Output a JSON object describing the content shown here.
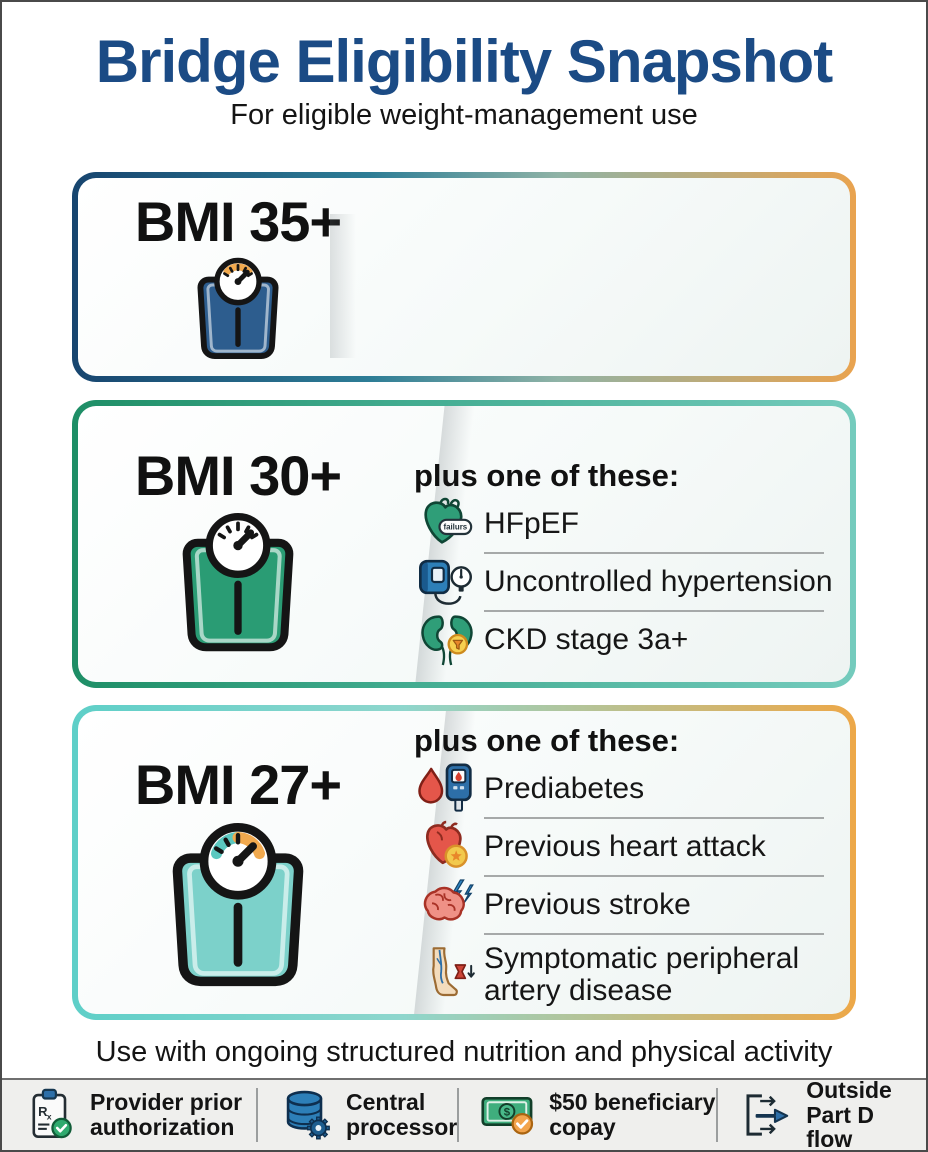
{
  "header": {
    "title": "Bridge Eligibility Snapshot",
    "subtitle": "For eligible weight-management use"
  },
  "cards": [
    {
      "bmi": "BMI 35+",
      "scale_icon": "bathroom-scale-icon",
      "scale_color": "#2d5d8e",
      "plus_heading": "",
      "items": []
    },
    {
      "bmi": "BMI 30+",
      "scale_icon": "bathroom-scale-icon",
      "scale_color": "#2a9c74",
      "plus_heading": "plus one of these:",
      "items": [
        {
          "icon": "heart-failure-icon",
          "label": "HFpEF",
          "badge_text": "failurs"
        },
        {
          "icon": "blood-pressure-icon",
          "label": "Uncontrolled hypertension"
        },
        {
          "icon": "kidneys-icon",
          "label": "CKD stage 3a+"
        }
      ]
    },
    {
      "bmi": "BMI 27+",
      "scale_icon": "bathroom-scale-icon",
      "scale_color": "#7cd1ca",
      "plus_heading": "plus one of these:",
      "items": [
        {
          "icon": "blood-glucose-icon",
          "label": "Prediabetes"
        },
        {
          "icon": "heart-attack-icon",
          "label": "Previous heart attack"
        },
        {
          "icon": "stroke-brain-icon",
          "label": "Previous stroke"
        },
        {
          "icon": "peripheral-artery-icon",
          "label": "Symptomatic peripheral artery disease"
        }
      ]
    }
  ],
  "footnote": "Use with ongoing structured nutrition and physical activity",
  "footer": {
    "items": [
      {
        "icon": "rx-clipboard-check-icon",
        "line1": "Provider prior",
        "line2": "authorization"
      },
      {
        "icon": "database-gear-icon",
        "line1": "Central",
        "line2": "processor"
      },
      {
        "icon": "dollar-copay-check-icon",
        "line1": "$50 beneficiary",
        "line2": "copay"
      },
      {
        "icon": "flow-arrows-icon",
        "line1": "Outside",
        "line2": "Part D flow"
      }
    ]
  },
  "colors": {
    "title_navy": "#1b4b85",
    "card1_border_left": "#17456f",
    "card1_border_right": "#e9a34f",
    "card2_border_left": "#1e8e66",
    "card2_border_right": "#74cbbd",
    "card3_border_left": "#5ecfc8",
    "card3_border_right": "#eda848",
    "scale_blue": "#2d5d8e",
    "scale_green": "#2a9c74",
    "scale_teal": "#7cd1ca",
    "footer_bg": "#efefed"
  }
}
